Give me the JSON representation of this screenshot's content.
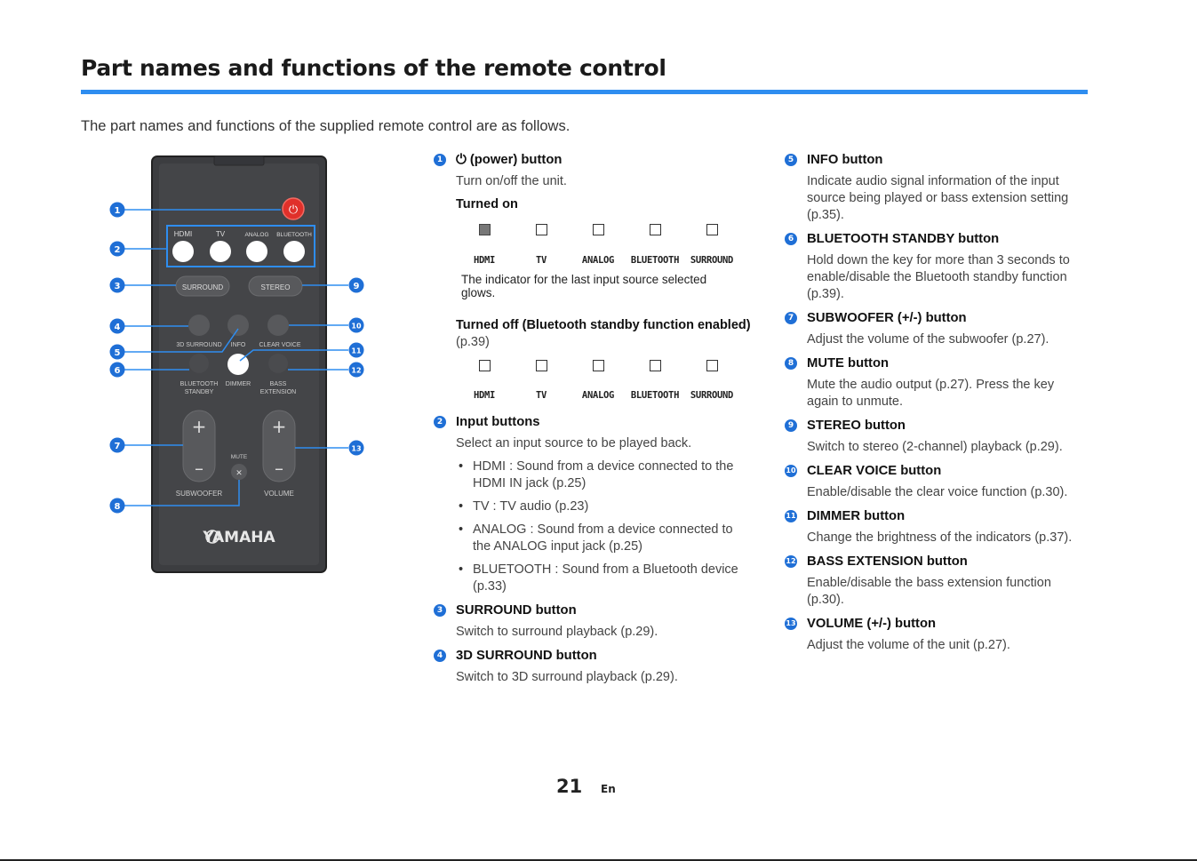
{
  "page": {
    "title": "Part names and functions of the remote control",
    "intro": "The part names and functions of the supplied remote control are as follows.",
    "page_number": "21",
    "language": "En"
  },
  "accent_color": "#2e8df0",
  "badge_color": "#1f6fd6",
  "remote": {
    "inputs": [
      "HDMI",
      "TV",
      "ANALOG",
      "BLUETOOTH"
    ],
    "surround": "SURROUND",
    "stereo": "STEREO",
    "row3": [
      "3D SURROUND",
      "INFO",
      "CLEAR VOICE"
    ],
    "row4": [
      "BLUETOOTH",
      "STANDBY",
      "DIMMER",
      "BASS",
      "EXTENSION"
    ],
    "mute": "MUTE",
    "subwoofer": "SUBWOOFER",
    "volume": "VOLUME",
    "brand": "YAMAHA",
    "callouts": [
      "1",
      "2",
      "3",
      "4",
      "5",
      "6",
      "7",
      "8",
      "9",
      "10",
      "11",
      "12",
      "13"
    ]
  },
  "items": {
    "power": {
      "num": "1",
      "title": "(power) button",
      "desc": "Turn on/off the unit.",
      "turned_on": "Turned on",
      "note": "The indicator for the last input source selected glows.",
      "turned_off": "Turned off (Bluetooth standby function enabled)",
      "turned_off_ref": "(p.39)",
      "indicators": [
        "HDMI",
        "TV",
        "ANALOG",
        "BLUETOOTH",
        "SURROUND"
      ]
    },
    "input": {
      "num": "2",
      "title": "Input buttons",
      "desc": "Select an input source to be played back.",
      "bullets": [
        "HDMI : Sound from a device connected to the HDMI IN jack (p.25)",
        "TV : TV audio (p.23)",
        "ANALOG : Sound from a device connected to the ANALOG input jack (p.25)",
        "BLUETOOTH : Sound from a Bluetooth device (p.33)"
      ]
    },
    "surround": {
      "num": "3",
      "title": "SURROUND button",
      "desc": "Switch to surround playback (p.29)."
    },
    "surround3d": {
      "num": "4",
      "title": "3D SURROUND button",
      "desc": "Switch to 3D surround playback (p.29)."
    },
    "info": {
      "num": "5",
      "title": "INFO button",
      "desc": "Indicate audio signal information of the input source being played or bass extension setting (p.35)."
    },
    "bt_standby": {
      "num": "6",
      "title": "BLUETOOTH STANDBY button",
      "desc": "Hold down the key for more than 3 seconds to enable/disable the Bluetooth standby function (p.39)."
    },
    "subwoofer": {
      "num": "7",
      "title": "SUBWOOFER (+/-) button",
      "desc": "Adjust the volume of the subwoofer (p.27)."
    },
    "mute": {
      "num": "8",
      "title": "MUTE button",
      "desc": "Mute the audio output (p.27). Press the key again to unmute."
    },
    "stereo": {
      "num": "9",
      "title": "STEREO button",
      "desc": "Switch to stereo (2-channel) playback (p.29)."
    },
    "clear_voice": {
      "num": "10",
      "title": "CLEAR VOICE button",
      "desc": "Enable/disable the clear voice function (p.30)."
    },
    "dimmer": {
      "num": "11",
      "title": "DIMMER button",
      "desc": "Change the brightness of the indicators (p.37)."
    },
    "bass_ext": {
      "num": "12",
      "title": "BASS EXTENSION button",
      "desc": "Enable/disable the bass extension function (p.30)."
    },
    "volume": {
      "num": "13",
      "title": "VOLUME (+/-) button",
      "desc": "Adjust the volume of the unit (p.27)."
    }
  }
}
